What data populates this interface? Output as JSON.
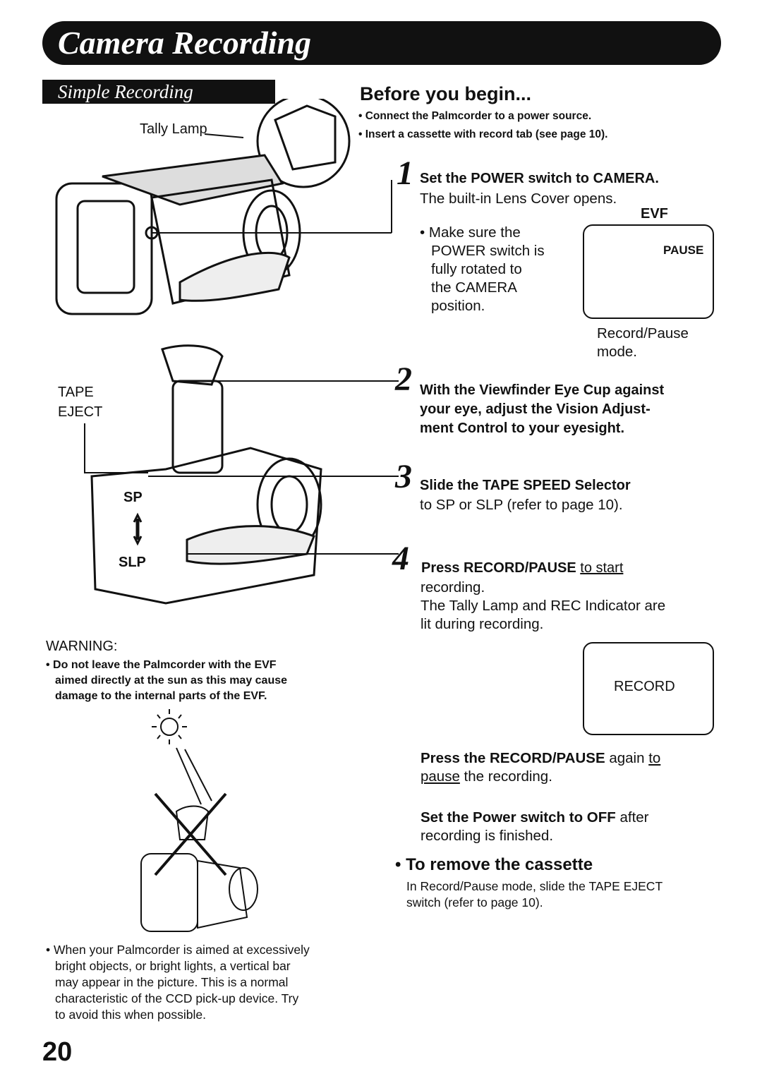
{
  "header": {
    "title": "Camera Recording",
    "subtitle": "Simple Recording"
  },
  "illustration_labels": {
    "tally_lamp": "Tally Lamp",
    "tape": "TAPE",
    "eject": "EJECT",
    "sp": "SP",
    "slp": "SLP"
  },
  "before": {
    "heading": "Before you begin...",
    "items": [
      "• Connect the Palmcorder to a power source.",
      "• Insert a cassette with record tab (see page 10)."
    ]
  },
  "steps": [
    {
      "number": "1",
      "title": "Set the POWER switch to CAMERA.",
      "text": "The built-in Lens Cover opens.",
      "bullet": [
        "• Make sure the",
        "POWER switch is",
        "fully rotated to",
        "the CAMERA",
        "position."
      ]
    },
    {
      "number": "2",
      "title_lines": [
        "With the Viewfinder Eye Cup against",
        "your eye, adjust the Vision Adjust-",
        "ment Control to your eyesight."
      ]
    },
    {
      "number": "3",
      "title": "Slide the TAPE SPEED Selector",
      "text": "to SP or SLP (refer to page 10)."
    },
    {
      "number": "4",
      "title_a": "Press RECORD/PAUSE ",
      "title_u": "to start",
      "text_lines": [
        "recording.",
        "The Tally Lamp and REC Indicator are",
        "lit during recording."
      ]
    }
  ],
  "evf": {
    "label": "EVF",
    "pause_text": "PAUSE",
    "caption_lines": [
      "Record/Pause",
      "mode."
    ],
    "record_text": "RECORD"
  },
  "after": {
    "pause_b": "Press the RECORD/PAUSE",
    "pause_a": " again ",
    "pause_u1": "to",
    "pause_u2": "pause",
    "pause_c": " the recording.",
    "off_b": "Set the Power switch to OFF",
    "off_a": " after",
    "off_c": "recording is finished."
  },
  "remove": {
    "heading": "• To remove the cassette",
    "lines": [
      "In Record/Pause mode, slide the TAPE EJECT",
      "switch (refer to page 10)."
    ]
  },
  "warning": {
    "heading": "WARNING:",
    "lines": [
      "• Do not leave the Palmcorder with the EVF",
      "aimed directly at the sun as this may cause",
      "damage to the internal parts of the EVF."
    ]
  },
  "note": {
    "lines": [
      "• When your Palmcorder is aimed at excessively",
      "bright objects, or bright lights, a vertical bar",
      "may appear in the picture. This is a normal",
      "characteristic of the CCD pick-up device. Try",
      "to avoid this when possible."
    ]
  },
  "page_number": "20"
}
